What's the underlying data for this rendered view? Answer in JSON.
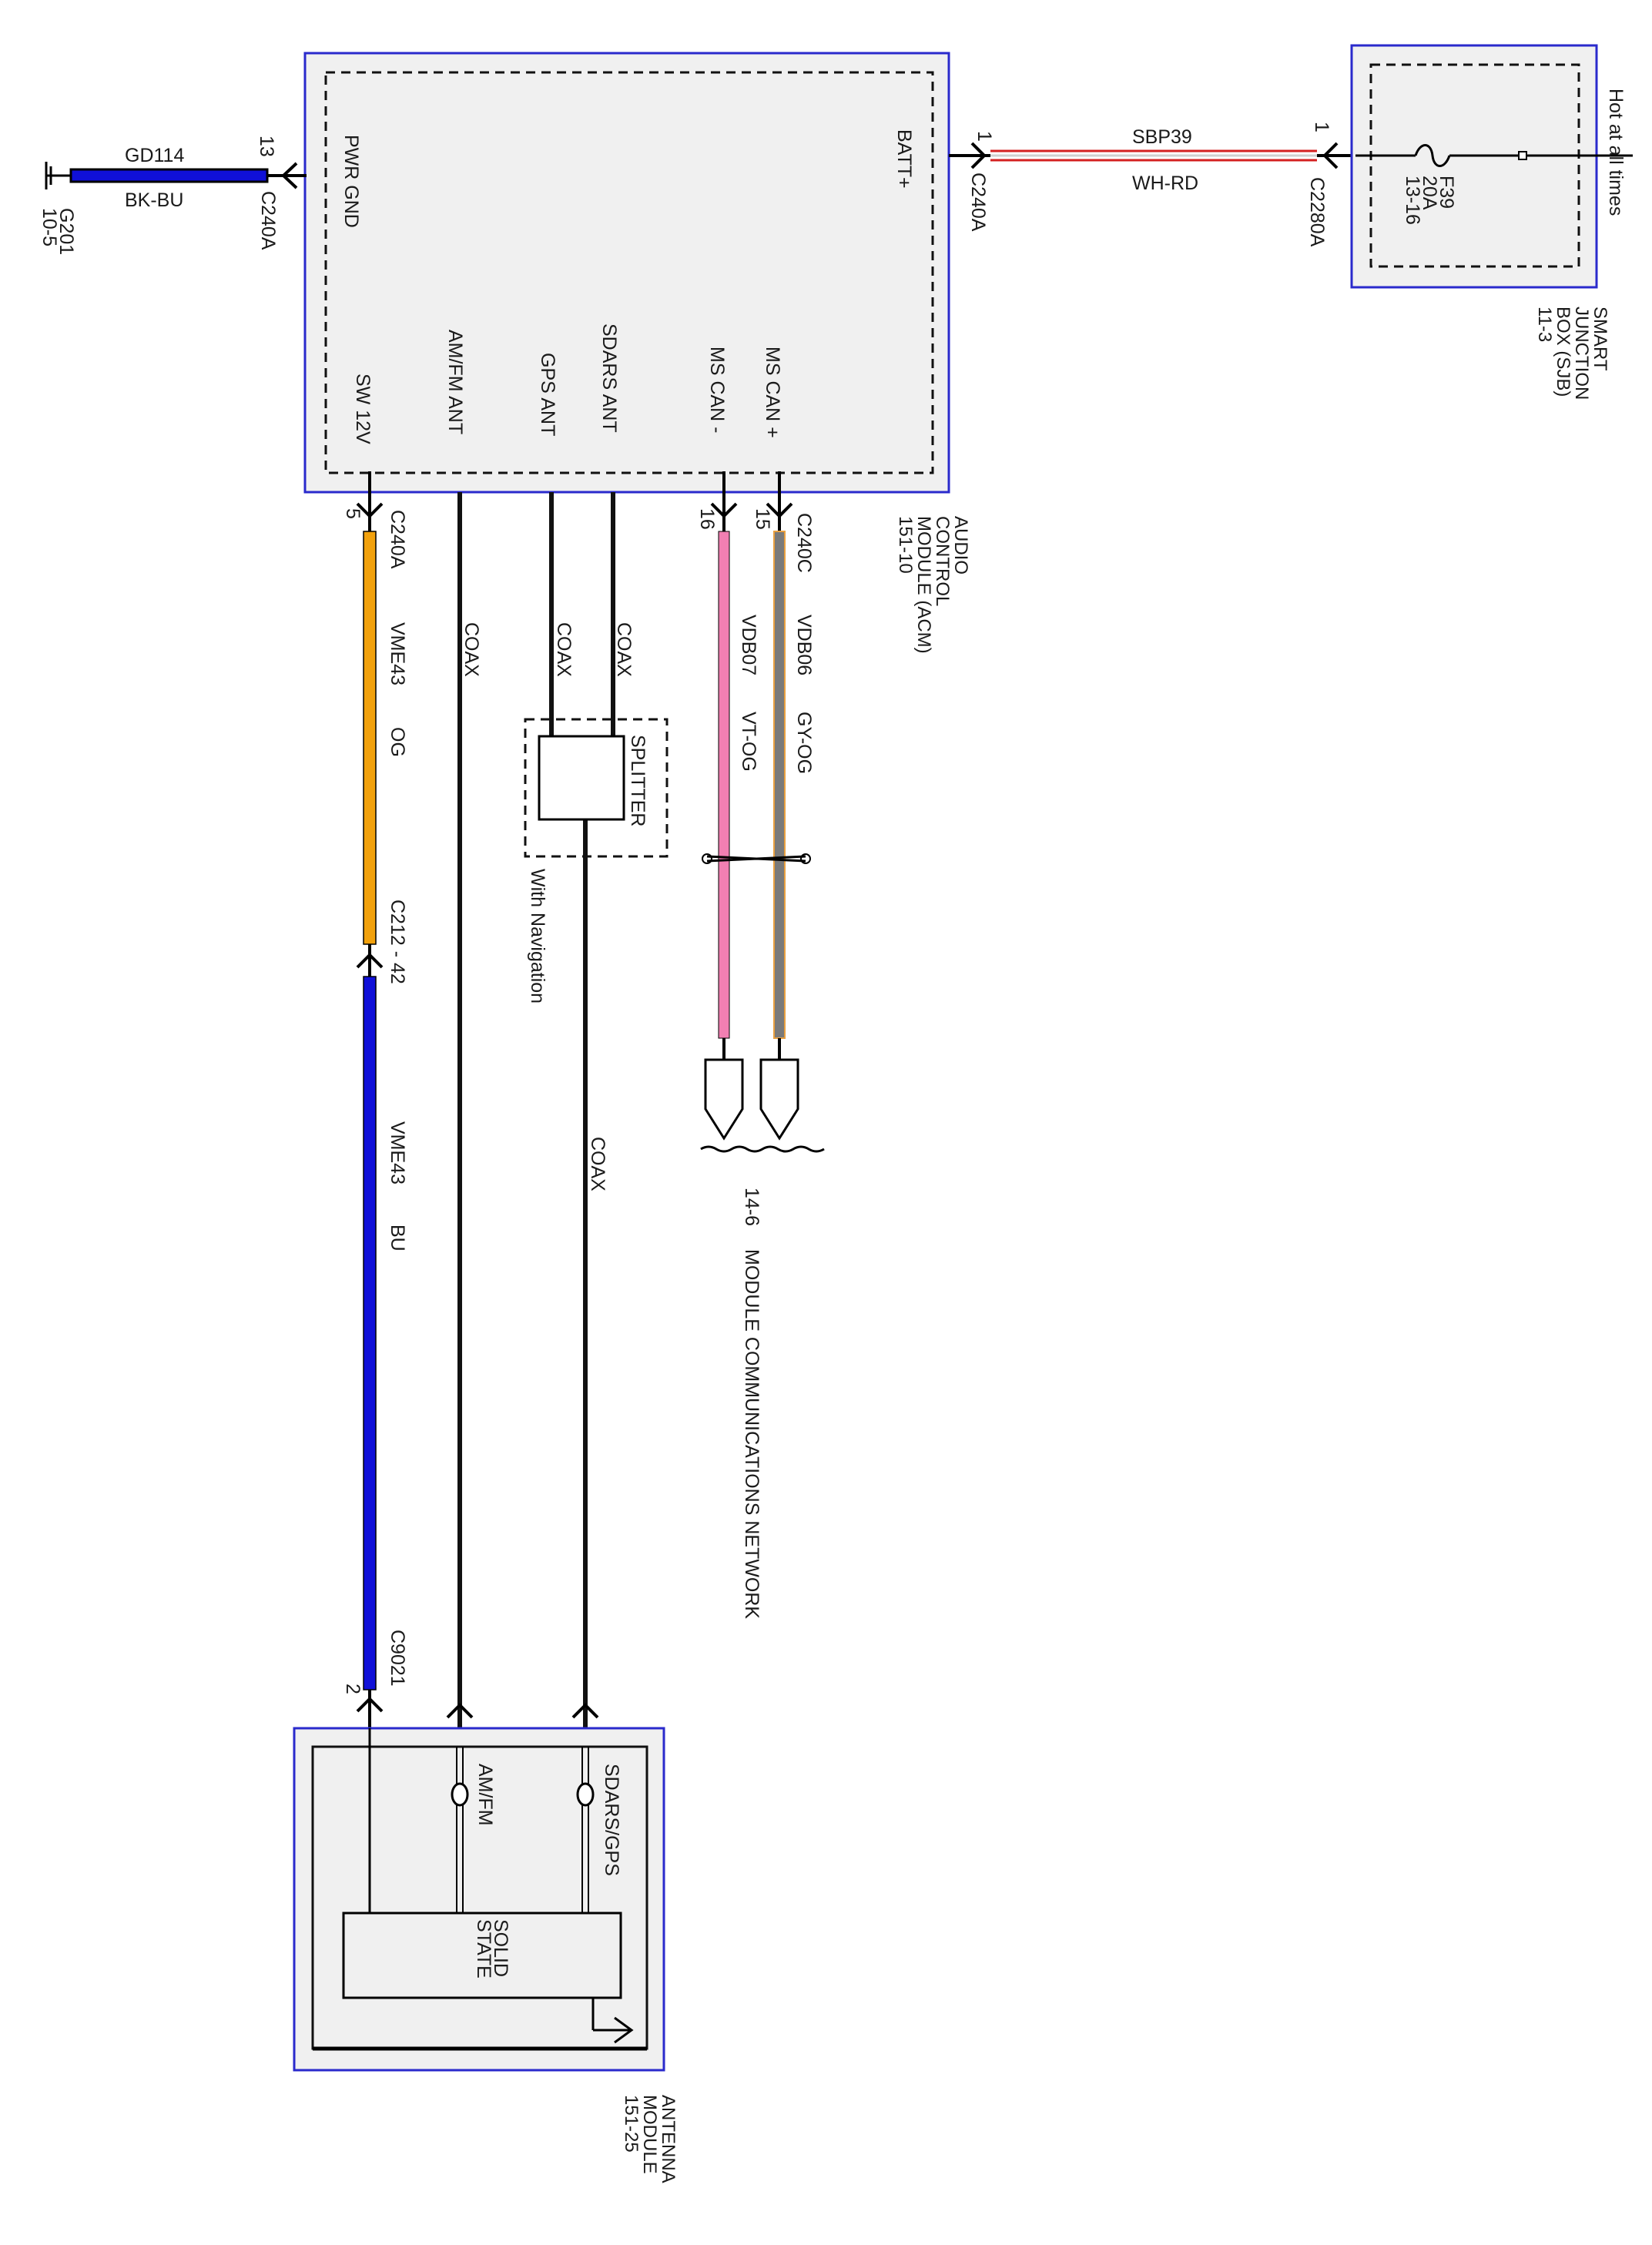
{
  "colors": {
    "module_border": "#2a2acc",
    "module_fill": "#f0f0f0",
    "wire_blue": "#1010d8",
    "wire_orange": "#f2a10c",
    "wire_pink": "#f27fb2",
    "wire_gray": "#7a7a7a",
    "wire_red": "#d42020"
  },
  "acm": {
    "name": [
      "AUDIO",
      "CONTROL",
      "MODULE (ACM)",
      "151-10"
    ],
    "pins": {
      "pwr_gnd": "PWR GND",
      "batt": "BATT+",
      "sw12v": "SW 12V",
      "amfm_ant": "AM/FM ANT",
      "gps_ant": "GPS ANT",
      "sdars_ant": "SDARS ANT",
      "ms_can_minus": "MS CAN -",
      "ms_can_plus": "MS CAN +"
    }
  },
  "ground": {
    "circuit": "GD114",
    "color": "BK-BU",
    "pin": "13",
    "connector": "C240A",
    "ground_id": "G201",
    "ground_ref": "10-5"
  },
  "batt_feed": {
    "pin_acm": "1",
    "connector_acm": "C240A",
    "circuit": "SBP39",
    "color": "WH-RD",
    "pin_sjb": "1",
    "connector_sjb": "C2280A"
  },
  "sjb": {
    "name": [
      "SMART",
      "JUNCTION",
      "BOX (SJB)",
      "11-3"
    ],
    "fuse": [
      "F39",
      "20A",
      "13-16"
    ],
    "hot": "Hot at all times"
  },
  "sw12v_circuit": {
    "pin": "5",
    "connector": "C240A",
    "circuit": "VME43",
    "color": "OG",
    "inline_connector": "C212 - 42",
    "circuit2": "VME43",
    "color2": "BU",
    "pin_ant": "2",
    "connector_ant": "C9021"
  },
  "coax": {
    "label1": "COAX",
    "label2": "COAX",
    "label3": "COAX",
    "label4": "COAX",
    "splitter": "SPLITTER",
    "option": "With Navigation"
  },
  "can": {
    "pin_minus": "16",
    "pin_plus": "15",
    "connector": "C240C",
    "circuit_minus": "VDB07",
    "color_minus": "VT-OG",
    "circuit_plus": "VDB06",
    "color_plus": "GY-OG",
    "network_ref": "14-6",
    "network": "MODULE COMMUNICATIONS NETWORK"
  },
  "antenna": {
    "name": [
      "ANTENNA",
      "MODULE",
      "151-25"
    ],
    "pin_sdars": "SDARS/GPS",
    "pin_amfm": "AM/FM",
    "solid_state": [
      "SOLID",
      "STATE"
    ]
  }
}
